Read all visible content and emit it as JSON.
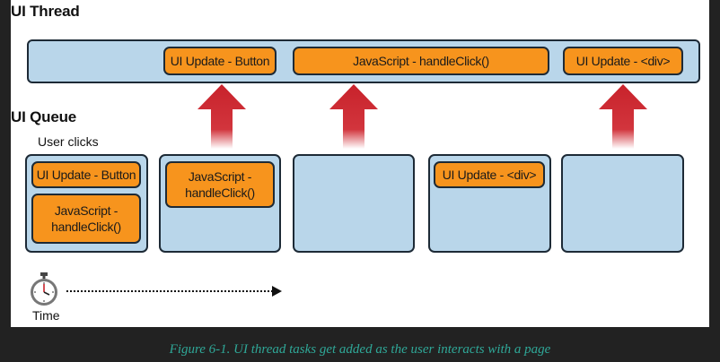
{
  "diagram": {
    "ui_thread": {
      "title": "UI Thread",
      "tasks": [
        "UI Update - Button",
        "JavaScript - handleClick()",
        "UI Update - <div>"
      ]
    },
    "ui_queue": {
      "title": "UI Queue",
      "user_clicks_label": "User clicks",
      "slots": [
        {
          "tasks": [
            "UI Update - Button",
            "JavaScript - handleClick()"
          ]
        },
        {
          "tasks": [
            "JavaScript - handleClick()"
          ]
        },
        {
          "tasks": []
        },
        {
          "tasks": [
            "UI Update - <div>"
          ]
        },
        {
          "tasks": []
        }
      ]
    },
    "time_label": "Time",
    "caption": "Figure 6-1. UI thread tasks get added as the user interacts with a page"
  },
  "colors": {
    "task_fill": "#f7941d",
    "lane_fill": "#b9d6ea",
    "arrow": "#c8222b",
    "caption": "#2fa898"
  }
}
